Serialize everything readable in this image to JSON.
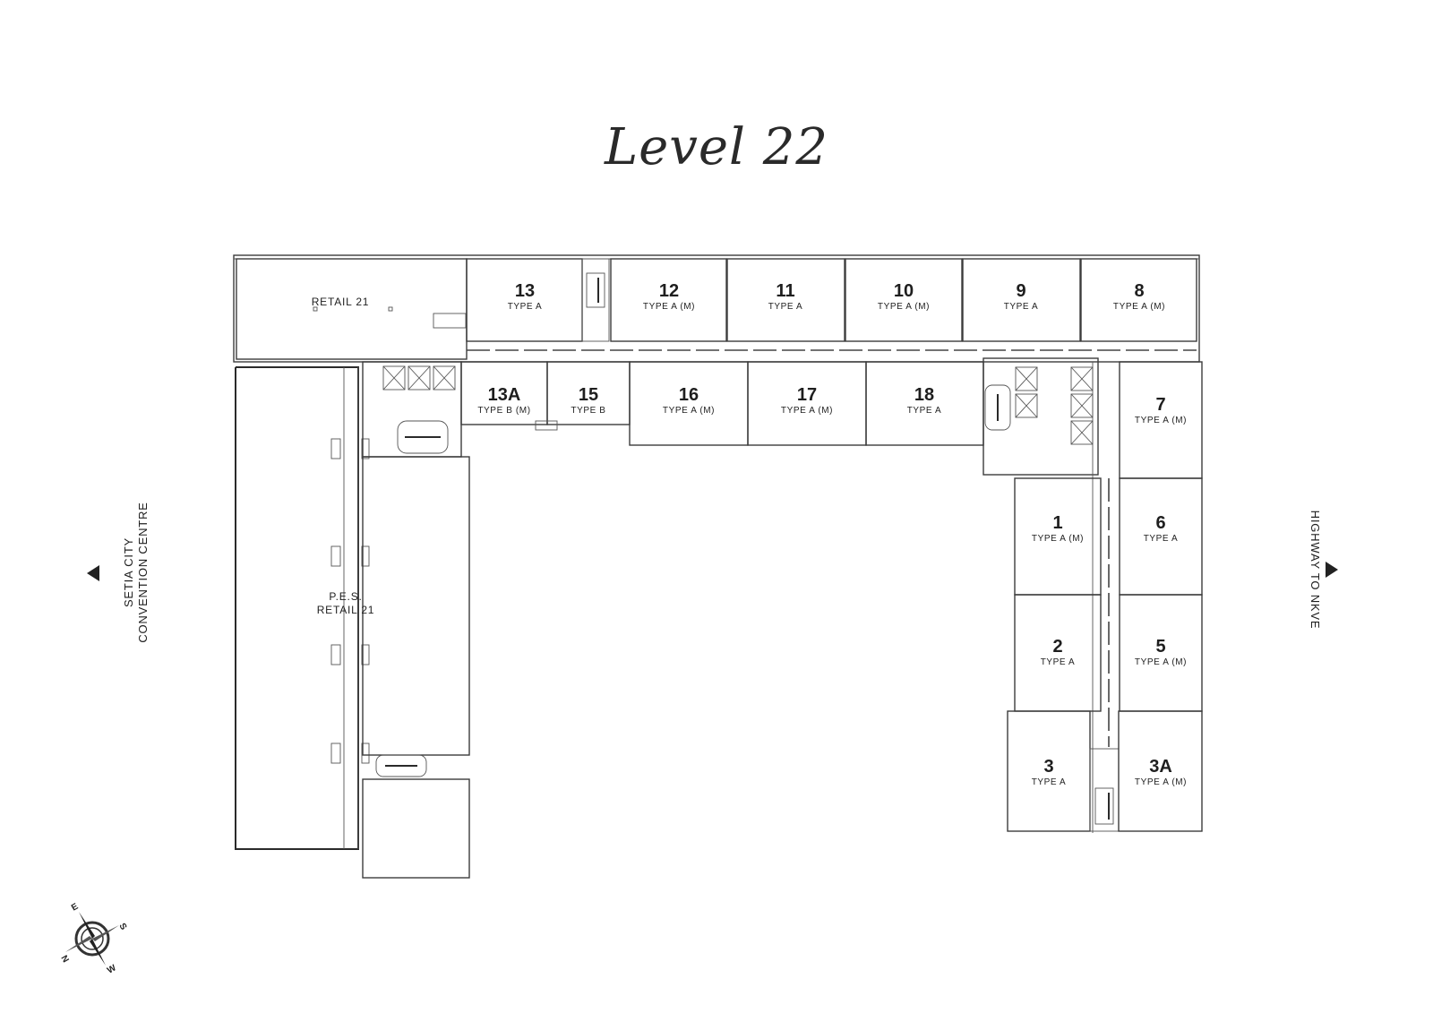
{
  "title": "Level 22",
  "units": [
    {
      "id": "13",
      "number": "13",
      "type": "TYPE A"
    },
    {
      "id": "12",
      "number": "12",
      "type": "TYPE A (M)"
    },
    {
      "id": "11",
      "number": "11",
      "type": "TYPE A"
    },
    {
      "id": "10",
      "number": "10",
      "type": "TYPE A (M)"
    },
    {
      "id": "9",
      "number": "9",
      "type": "TYPE A"
    },
    {
      "id": "8",
      "number": "8",
      "type": "TYPE A (M)"
    },
    {
      "id": "13A",
      "number": "13A",
      "type": "TYPE B (M)"
    },
    {
      "id": "15",
      "number": "15",
      "type": "TYPE B"
    },
    {
      "id": "16",
      "number": "16",
      "type": "TYPE A (M)"
    },
    {
      "id": "17",
      "number": "17",
      "type": "TYPE A (M)"
    },
    {
      "id": "18",
      "number": "18",
      "type": "TYPE A"
    },
    {
      "id": "7",
      "number": "7",
      "type": "TYPE A (M)"
    },
    {
      "id": "1",
      "number": "1",
      "type": "TYPE A (M)"
    },
    {
      "id": "6",
      "number": "6",
      "type": "TYPE A"
    },
    {
      "id": "2",
      "number": "2",
      "type": "TYPE A"
    },
    {
      "id": "5",
      "number": "5",
      "type": "TYPE A (M)"
    },
    {
      "id": "3",
      "number": "3",
      "type": "TYPE A"
    },
    {
      "id": "3A",
      "number": "3A",
      "type": "TYPE A (M)"
    }
  ],
  "retail": {
    "label": "RETAIL 21"
  },
  "pes": {
    "line1": "P.E.S.",
    "line2": "RETAIL 21"
  },
  "west_label": {
    "line1": "SETIA CITY",
    "line2": "CONVENTION CENTRE"
  },
  "east_label": {
    "text": "HIGHWAY TO NKVE"
  },
  "compass": {
    "n": "N",
    "s": "S",
    "e": "E",
    "w": "W"
  }
}
